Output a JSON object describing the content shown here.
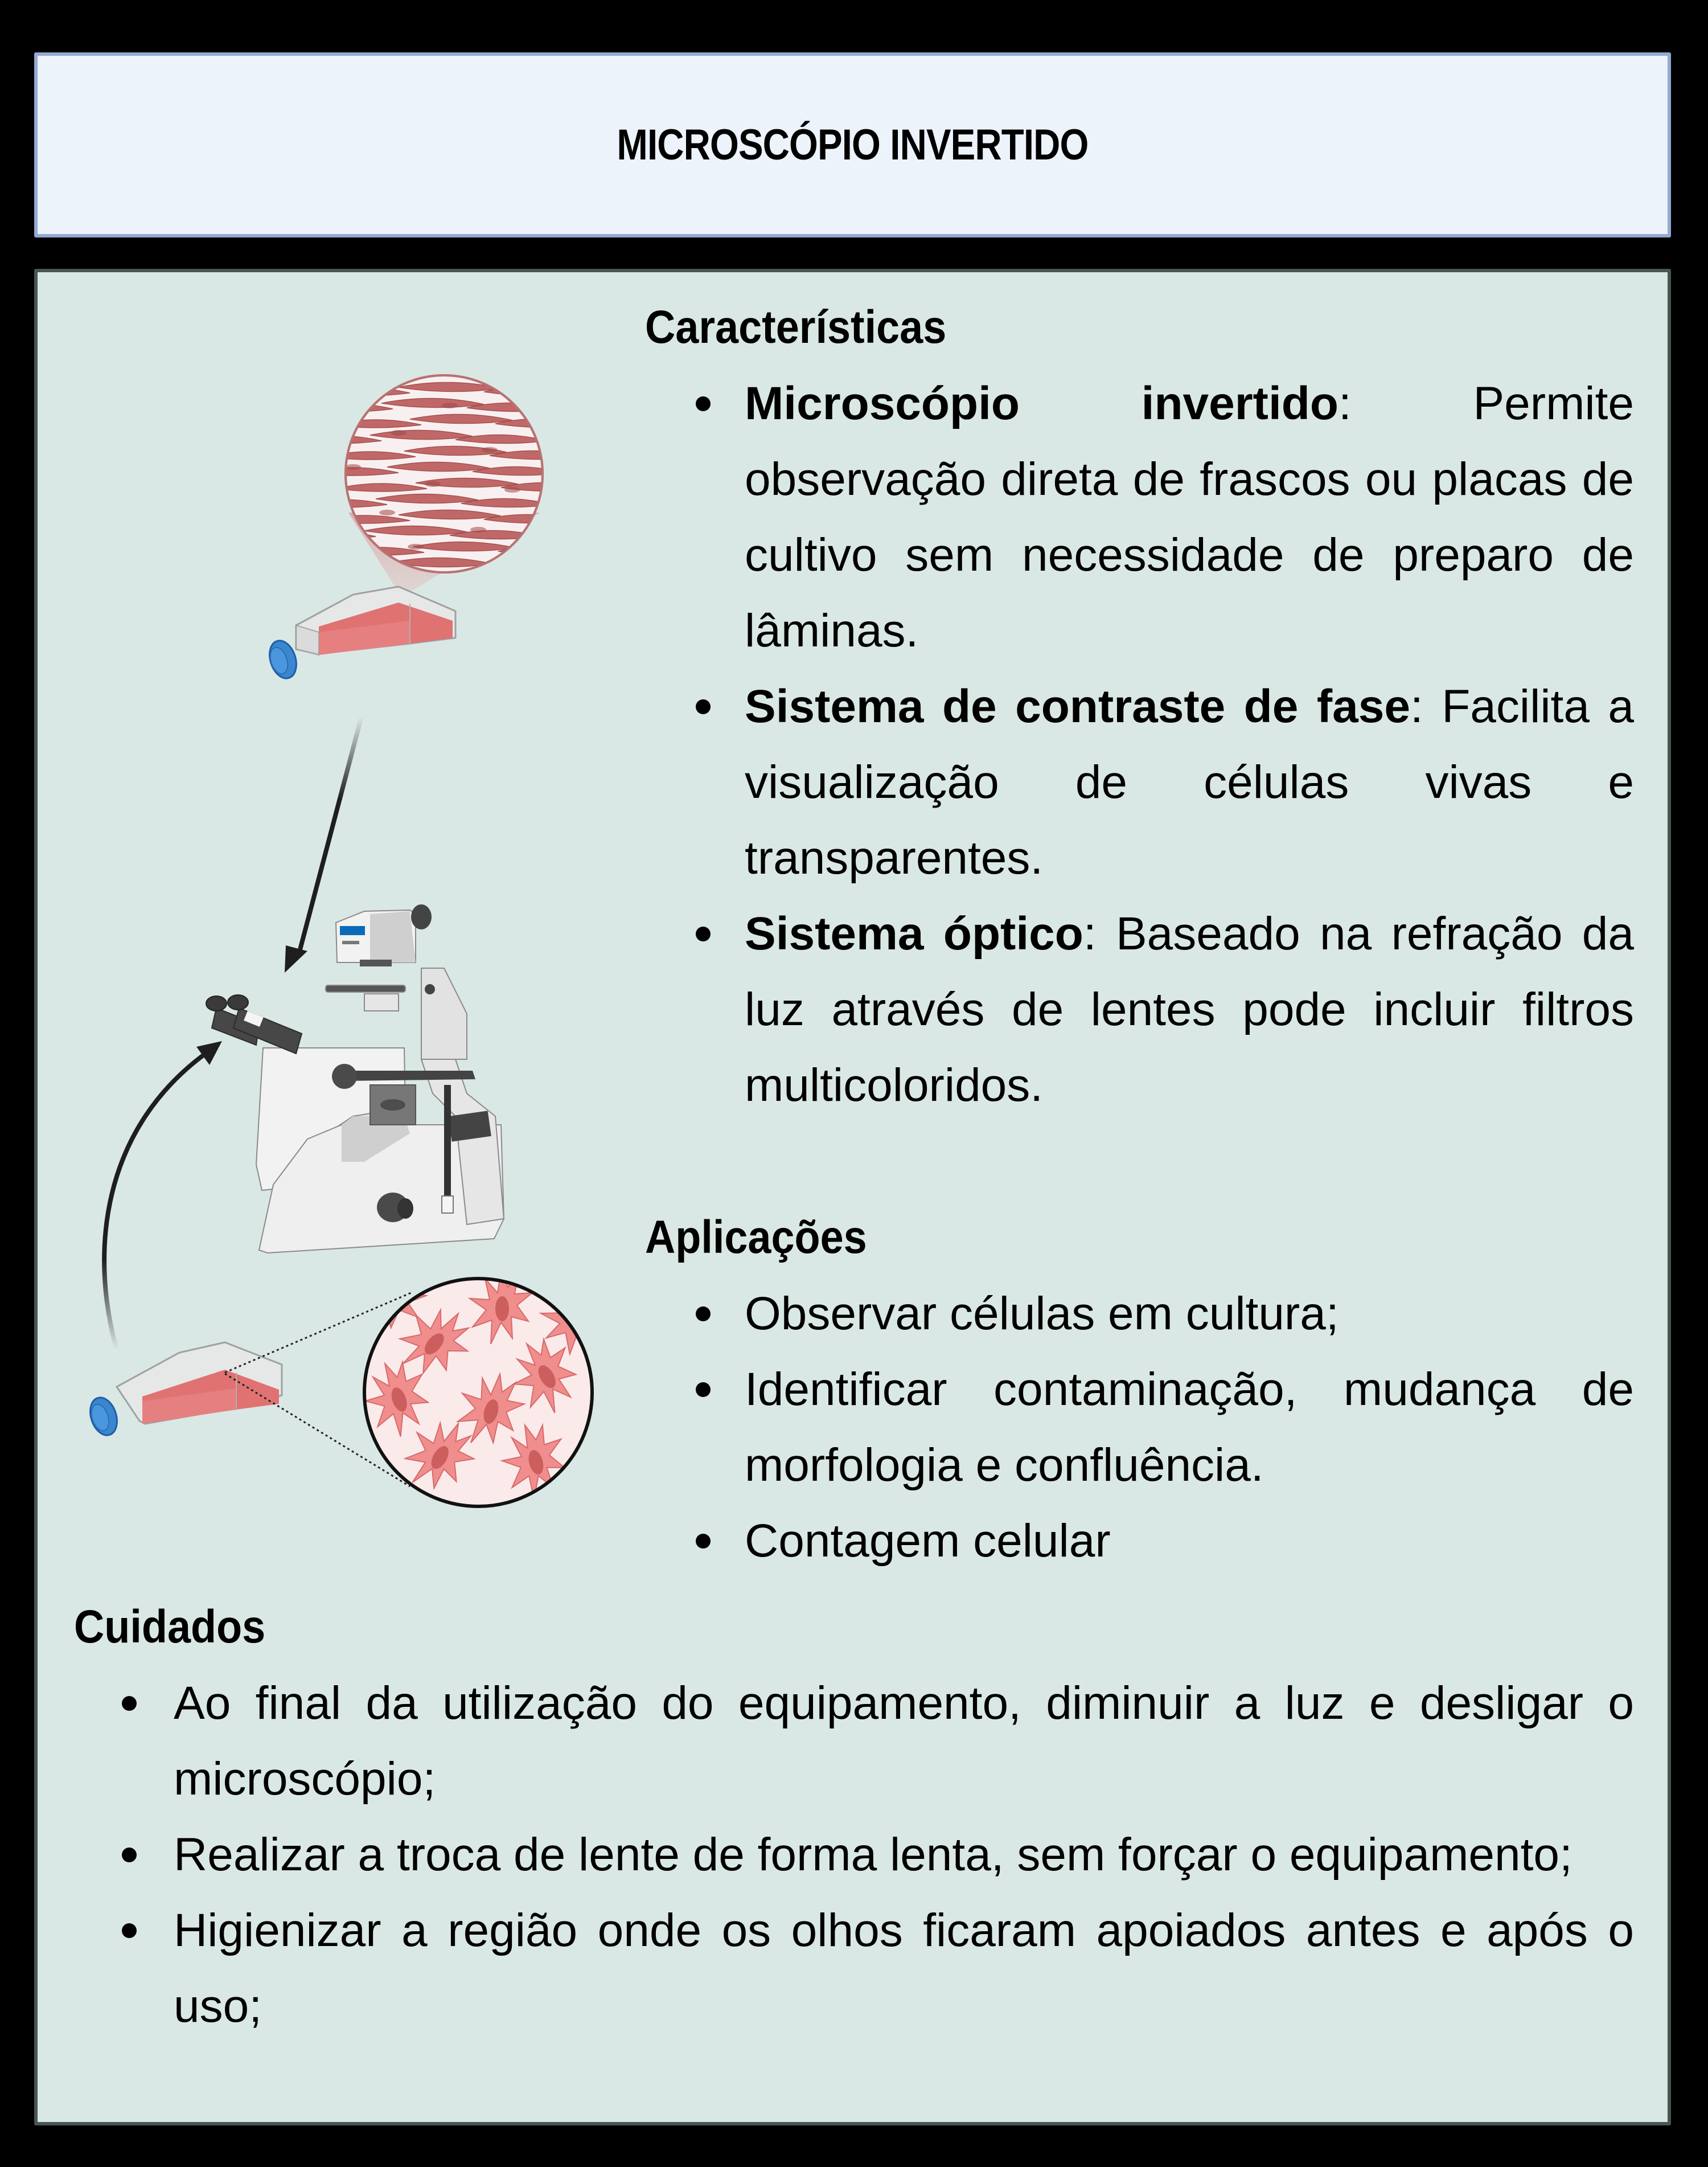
{
  "header": {
    "title": "MICROSCÓPIO INVERTIDO"
  },
  "colors": {
    "page_bg": "#000000",
    "header_fill": "#ECF3FB",
    "header_border": "#94A9D3",
    "panel_fill": "#DAE8E5",
    "panel_border": "#475652",
    "flask_cap": "#3A86CF",
    "culture_medium": "#E07272",
    "cell_color": "#F08E8E"
  },
  "caracteristicas": {
    "title": "Características",
    "items": [
      {
        "term": "Microscópio invertido",
        "sep": ":",
        "text": " Permite observação direta de frascos ou placas de cultivo sem necessidade de preparo de lâminas."
      },
      {
        "term": "Sistema de contraste de fase",
        "sep": ":",
        "text": " Facilita a visualização de células vivas e transparentes."
      },
      {
        "term": "Sistema óptico",
        "sep": ":",
        "text": " Baseado na refração da luz através de lentes pode incluir filtros multicoloridos."
      }
    ]
  },
  "aplicacoes": {
    "title": "Aplicações",
    "items": [
      {
        "text": "Observar células em cultura;"
      },
      {
        "text": "Identificar contaminação, mudança de morfologia e confluência."
      },
      {
        "text": "Contagem celular"
      }
    ]
  },
  "cuidados": {
    "title": "Cuidados",
    "items": [
      {
        "text": " Ao final da utilização do equipamento, diminuir a luz e desligar o microscópio;"
      },
      {
        "text": "Realizar a troca de lente  de forma lenta, sem  forçar  o equipamento;"
      },
      {
        "text": "Higienizar a  região  onde os  olhos ficaram apoiados  antes e após o uso;"
      }
    ]
  },
  "illustration": {
    "icons": [
      "culture-flask-icon",
      "magnified-spindle-cells-icon",
      "inverted-microscope-icon",
      "magnified-star-cells-icon",
      "arrow-icon"
    ]
  }
}
